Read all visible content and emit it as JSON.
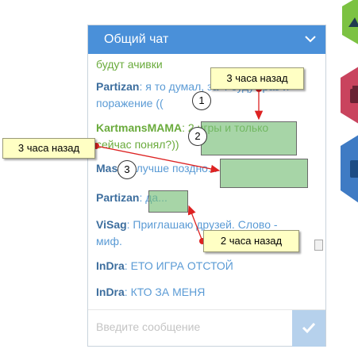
{
  "chat": {
    "title": "Общий чат",
    "messages": [
      {
        "author": "",
        "text": "будут ачивки",
        "text_color": "#6aab3c"
      },
      {
        "author": "Partizan",
        "text": ": я то думал, за 4 будут раз и поражение ((",
        "text_color": "#5b9bd5"
      },
      {
        "author": "KartmansMAMA",
        "text": ": 2 игры и только сейчас понял?))",
        "text_color": "#6aab3c"
      },
      {
        "author": "Masya",
        "text": ": лучше поздно...",
        "text_color": "#5b9bd5"
      },
      {
        "author": "Partizan",
        "text": ": да...",
        "text_color": "#5b9bd5"
      },
      {
        "author": "ViSag",
        "text": ": Приглашаю друзей. Слово - миф.",
        "text_color": "#5b9bd5"
      },
      {
        "author": "InDra",
        "text": ": ЕТО ИГРА ОТСТОЙ",
        "text_color": "#5b9bd5"
      },
      {
        "author": "InDra",
        "text": ": КТО ЗА МЕНЯ",
        "text_color": "#5b9bd5"
      }
    ],
    "input_placeholder": "Введите сообщение",
    "send_icon": "check-icon"
  },
  "annotations": {
    "notes": [
      "3 часа назад",
      "3 часа назад",
      "2 часа назад"
    ],
    "markers": [
      "1",
      "2",
      "3"
    ],
    "highlight_color": "#78be78",
    "note_color": "#ffffc4",
    "arrow_color": "#dd2222"
  },
  "colors": {
    "header": "#4a90d9",
    "author": "#3d6e9e",
    "author_green": "#6aab3c",
    "message": "#5b9bd5",
    "send_button": "#b6d1ec"
  }
}
